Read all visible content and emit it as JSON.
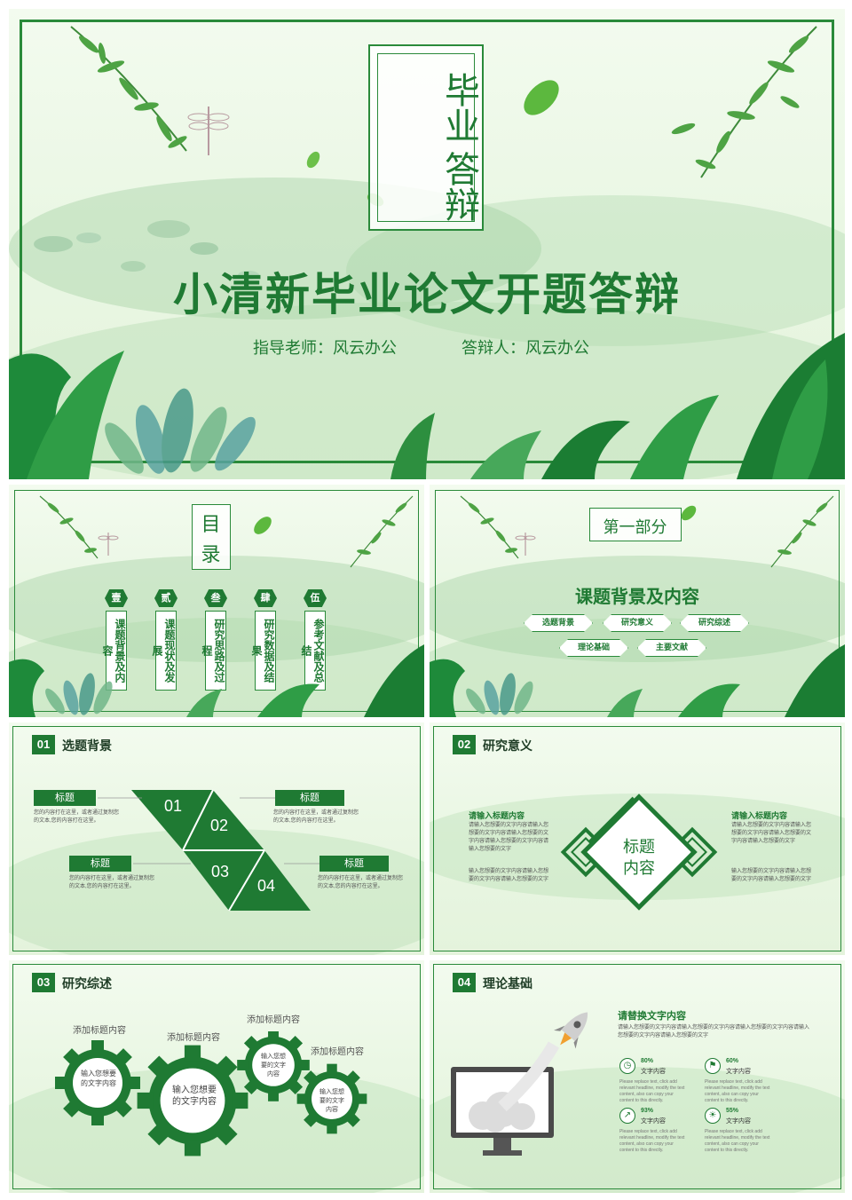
{
  "slide1": {
    "badge_line1": "毕业",
    "badge_line2": "答辩",
    "title": "小清新毕业论文开题答辩",
    "advisor": "指导老师：风云办公",
    "defender": "答辩人：风云办公"
  },
  "slide2": {
    "title_line1": "目",
    "title_line2": "录",
    "items": [
      {
        "num": "壹",
        "label": "课题背景及内容"
      },
      {
        "num": "贰",
        "label": "课题现状及发展"
      },
      {
        "num": "叁",
        "label": "研究思路及过程"
      },
      {
        "num": "肆",
        "label": "研究数据及结果"
      },
      {
        "num": "伍",
        "label": "参考文献及总结"
      }
    ]
  },
  "slide3": {
    "part": "第一部分",
    "title": "课题背景及内容",
    "pills": [
      "选题背景",
      "研究意义",
      "研究综述",
      "理论基础",
      "主要文献"
    ]
  },
  "slide4": {
    "num": "01",
    "heading": "选题背景",
    "tags": [
      "标题",
      "标题",
      "标题",
      "标题"
    ],
    "texts": [
      "您的内容打在这里，或者通过复制您的文本,您的内容打在这里。",
      "您的内容打在这里，或者通过复制您的文本,您的内容打在这里。",
      "您的内容打在这里，或者通过复制您的文本,您的内容打在这里。",
      "您的内容打在这里，或者通过复制您的文本,您的内容打在这里。"
    ],
    "shape_nums": [
      "01",
      "02",
      "03",
      "04"
    ]
  },
  "slide5": {
    "num": "02",
    "heading": "研究意义",
    "left_title": "请输入标题内容",
    "right_title": "请输入标题内容",
    "left_text1": "请输入您想要的文字内容请输入您想要的文字内容请输入您想要的文字内容请输入您想要的文字内容请输入您想要的文字",
    "left_text2": "输入您想要的文字内容请输入您想要的文字内容请输入您想要的文字",
    "right_text1": "请输入您想要的文字内容请输入您想要的文字内容请输入您想要的文字内容请输入您想要的文字",
    "right_text2": "输入您想要的文字内容请输入您想要的文字内容请输入您想要的文字",
    "center_line1": "标题",
    "center_line2": "内容"
  },
  "slide6": {
    "num": "03",
    "heading": "研究综述",
    "labels": [
      "添加标题内容",
      "添加标题内容",
      "添加标题内容",
      "添加标题内容"
    ],
    "gear_texts": [
      "输入您想要的文字内容",
      "输入您想要的文字内容",
      "输入您想要的文字内容",
      "输入您想要的文字内容"
    ]
  },
  "slide7": {
    "num": "04",
    "heading": "理论基础",
    "title": "请替换文字内容",
    "desc": "请输入您想要的文字内容请输入您想要的文字内容请输入您想要的文字内容请输入您想要的文字内容请输入您想要的文字",
    "stats": [
      {
        "pct": "80%",
        "label": "文字内容",
        "note": "Please replace text, click add relevant headline, modify the text content, also can copy your content to this directly."
      },
      {
        "pct": "60%",
        "label": "文字内容",
        "note": "Please replace text, click add relevant headline, modify the text content, also can copy your content to this directly."
      },
      {
        "pct": "93%",
        "label": "文字内容",
        "note": "Please replace text, click add relevant headline, modify the text content, also can copy your content to this directly."
      },
      {
        "pct": "55%",
        "label": "文字内容",
        "note": "Please replace text, click add relevant headline, modify the text content, also can copy your content to this directly."
      }
    ]
  }
}
